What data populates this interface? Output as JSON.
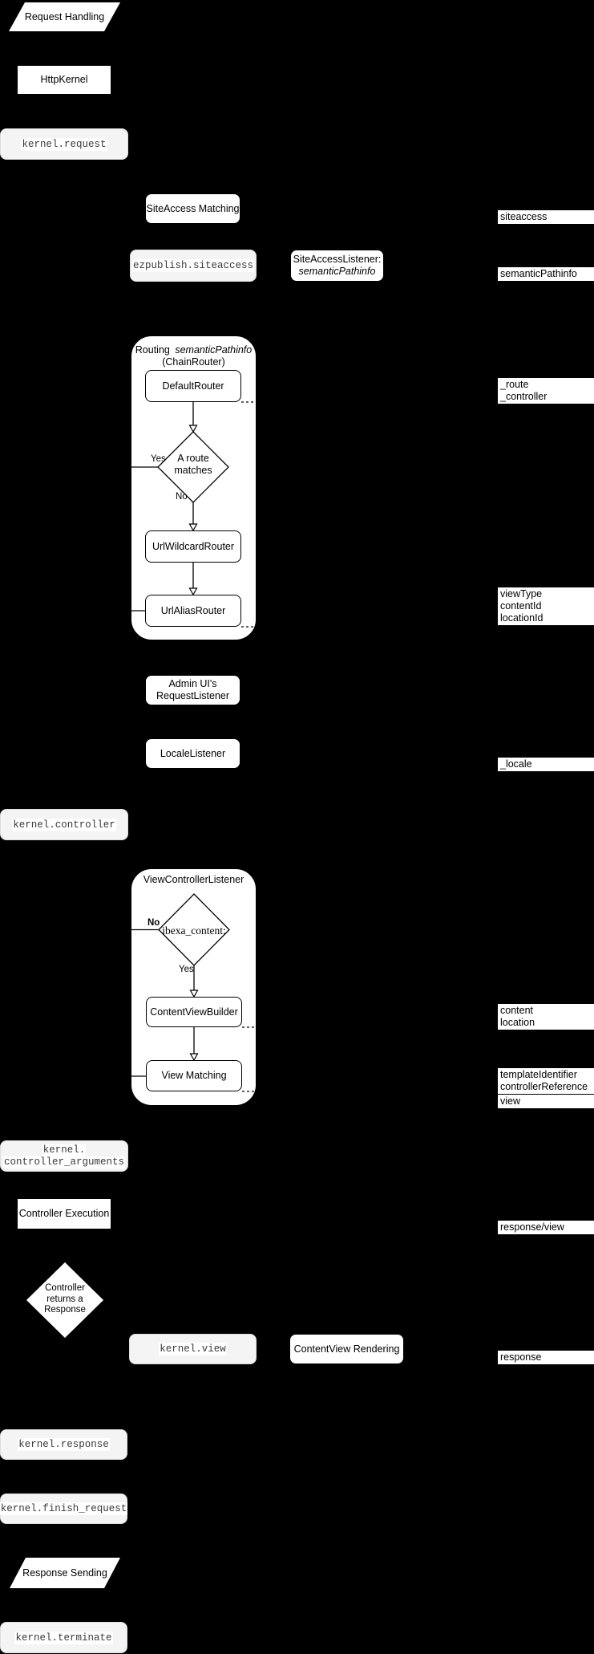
{
  "colors": {
    "background": "#000000",
    "shape_fill": "#ffffff",
    "event_fill": "#f4f4f4",
    "line": "#000000",
    "code_text": "#3a3a3a"
  },
  "nodes": {
    "request_handling": "Request Handling",
    "http_kernel": "HttpKernel",
    "kernel_request": "kernel.request",
    "siteaccess_matching": "SiteAccess Matching",
    "ezpublish_siteaccess": "ezpublish.siteaccess",
    "siteaccess_listener": {
      "line1": "SiteAccessListener:",
      "line2": "semanticPathinfo"
    },
    "routing": {
      "title_text": "Routing",
      "title_italic": "semanticPathinfo",
      "subtitle": "(ChainRouter)"
    },
    "default_router": "DefaultRouter",
    "route_matches": {
      "line1": "A route",
      "line2": "matches",
      "yes": "Yes",
      "no": "No"
    },
    "url_wildcard_router": "UrlWildcardRouter",
    "url_alias_router": "UrlAliasRouter",
    "admin_ui_listener": {
      "line1": "Admin UI's",
      "line2": "RequestListener"
    },
    "locale_listener": "LocaleListener",
    "kernel_controller": "kernel.controller",
    "view_controller_listener": {
      "title": "ViewControllerListener",
      "condition": "ibexa_content:",
      "yes": "Yes",
      "no": "No"
    },
    "content_view_builder": "ContentViewBuilder",
    "view_matching": "View Matching",
    "kernel_controller_arguments": {
      "line1": "kernel.",
      "line2": "controller_arguments"
    },
    "controller_execution": "Controller Execution",
    "controller_returns_response": {
      "line1": "Controller",
      "line2": "returns a",
      "line3": "Response"
    },
    "kernel_view": "kernel.view",
    "contentview_rendering": "ContentView Rendering",
    "kernel_response": "kernel.response",
    "kernel_finish_request": "kernel.finish_request",
    "response_sending": "Response Sending",
    "kernel_terminate": "kernel.terminate"
  },
  "annotations": {
    "siteaccess": "siteaccess",
    "semantic_pathinfo": "semanticPathinfo",
    "route": "_route",
    "controller": "_controller",
    "view_type": "viewType",
    "content_id": "contentId",
    "location_id": "locationId",
    "locale": "_locale",
    "content": "content",
    "location": "location",
    "template_identifier": "templateIdentifier",
    "controller_reference": "controllerReference",
    "view": "view",
    "response_view": "response/view",
    "response": "response"
  }
}
